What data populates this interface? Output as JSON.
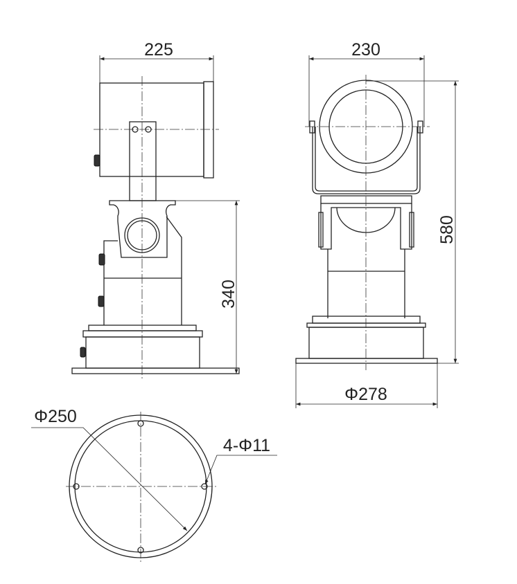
{
  "drawing": {
    "side_view": {
      "width_label": "225",
      "height_label": "340"
    },
    "front_view": {
      "width_label": "230",
      "height_label": "580",
      "base_label": "Φ278"
    },
    "base_plan": {
      "diameter_label": "Φ250",
      "holes_label": "4-Φ11"
    }
  },
  "colors": {
    "line": "#222222",
    "background": "#ffffff"
  }
}
